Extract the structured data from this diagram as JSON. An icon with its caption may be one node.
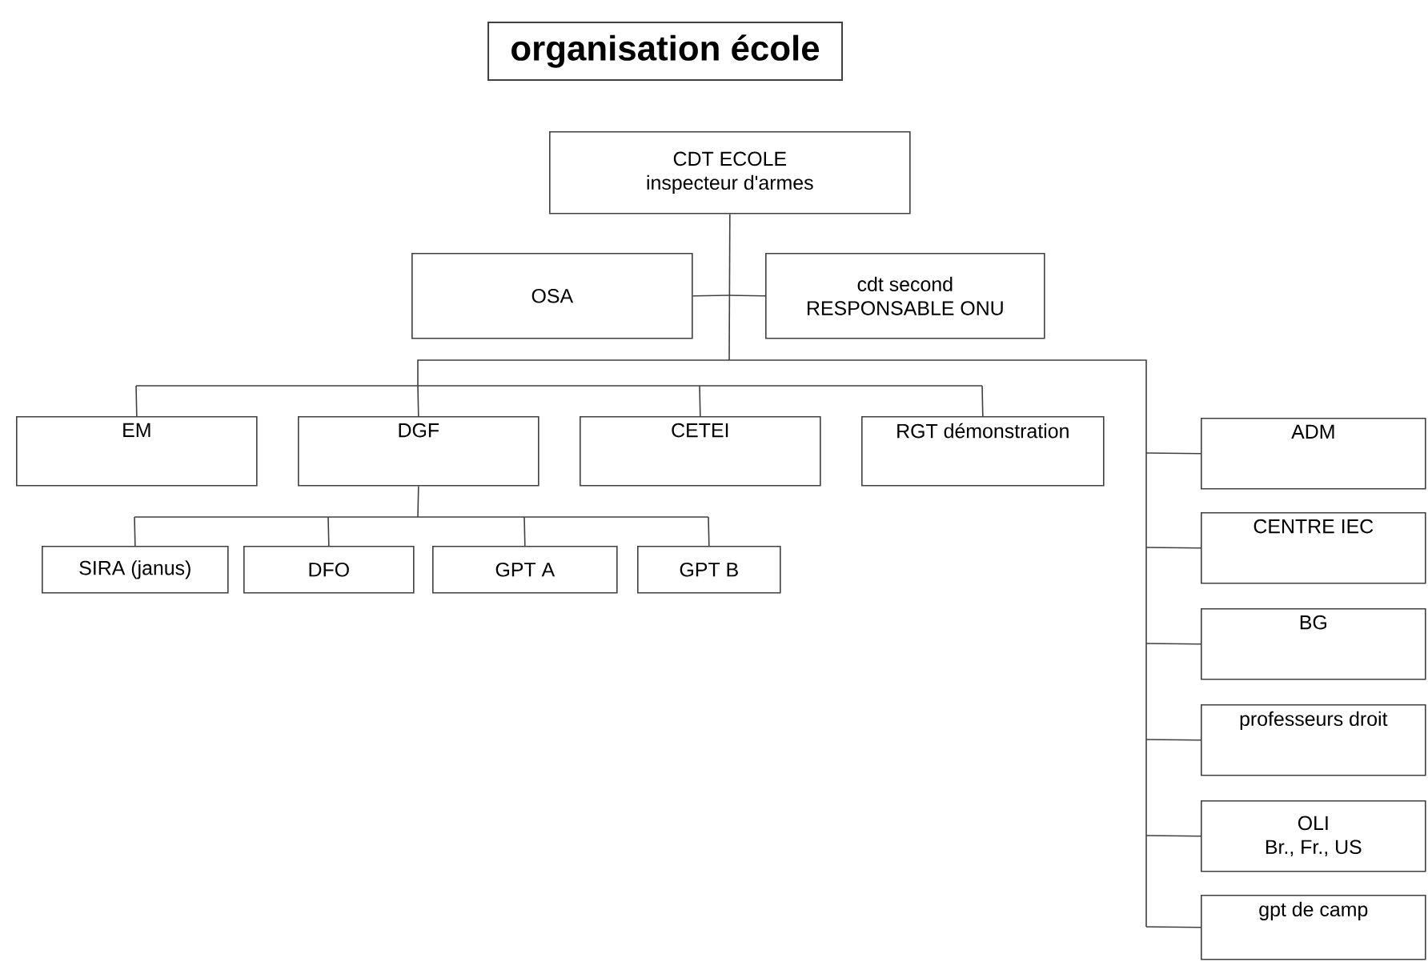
{
  "diagram": {
    "title": "organisation école",
    "nodes": [
      {
        "text": [
          "CDT ECOLE",
          "inspecteur d'armes"
        ]
      },
      {
        "text": [
          "OSA"
        ]
      },
      {
        "text": [
          "cdt second",
          "RESPONSABLE ONU"
        ]
      },
      {
        "text": [
          "EM"
        ]
      },
      {
        "text": [
          "DGF"
        ]
      },
      {
        "text": [
          "CETEI"
        ]
      },
      {
        "text": [
          "RGT démonstration"
        ]
      },
      {
        "text": [
          "ADM"
        ]
      },
      {
        "text": [
          "CENTRE IEC"
        ]
      },
      {
        "text": [
          "BG"
        ]
      },
      {
        "text": [
          "professeurs droit"
        ]
      },
      {
        "text": [
          "OLI",
          "Br., Fr., US"
        ]
      },
      {
        "text": [
          "gpt de camp"
        ]
      },
      {
        "text": [
          "SIRA (janus)"
        ]
      },
      {
        "text": [
          "DFO"
        ]
      },
      {
        "text": [
          "GPT A"
        ]
      },
      {
        "text": [
          "GPT B"
        ]
      }
    ],
    "edges": [
      {
        "from": 0,
        "to": 1,
        "arrow": "none"
      },
      {
        "from": 0,
        "to": 2,
        "arrow": "none"
      },
      {
        "from": 0,
        "to": 3,
        "arrow": "none"
      },
      {
        "from": 0,
        "to": 4,
        "arrow": "none"
      },
      {
        "from": 0,
        "to": 5,
        "arrow": "none"
      },
      {
        "from": 0,
        "to": 6,
        "arrow": "none"
      },
      {
        "from": 0,
        "to": 7,
        "arrow": "none"
      },
      {
        "from": 0,
        "to": 8,
        "arrow": "none"
      },
      {
        "from": 0,
        "to": 9,
        "arrow": "none"
      },
      {
        "from": 0,
        "to": 10,
        "arrow": "none"
      },
      {
        "from": 0,
        "to": 11,
        "arrow": "none"
      },
      {
        "from": 0,
        "to": 12,
        "arrow": "none"
      },
      {
        "from": 4,
        "to": 13,
        "arrow": "none"
      },
      {
        "from": 4,
        "to": 14,
        "arrow": "none"
      },
      {
        "from": 4,
        "to": 15,
        "arrow": "none"
      },
      {
        "from": 4,
        "to": 16,
        "arrow": "none"
      }
    ]
  }
}
